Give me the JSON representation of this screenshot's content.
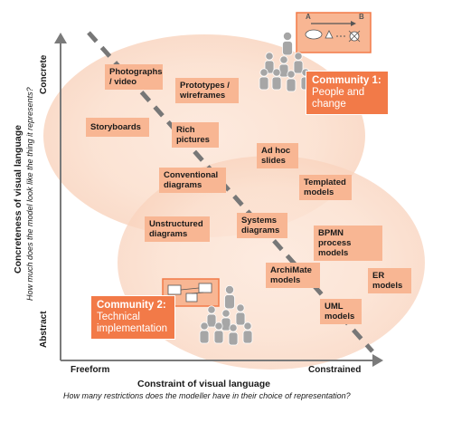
{
  "axes": {
    "y_top": "Concrete",
    "y_bottom": "Abstract",
    "y_title": "Concreteness of visual language",
    "y_subtitle": "How much does the model look like the thing it represents?",
    "x_left": "Freeform",
    "x_right": "Constrained",
    "x_title": "Constraint of visual language",
    "x_subtitle": "How many restrictions does the modeller have in their choice of representation?"
  },
  "communities": [
    {
      "title": "Community 1:",
      "subtitle": "People and change"
    },
    {
      "title": "Community 2:",
      "subtitle": "Technical implementation"
    }
  ],
  "items": [
    {
      "line1": "Photographs",
      "line2": "/ video"
    },
    {
      "line1": "Prototypes /",
      "line2": "wireframes"
    },
    {
      "line1": "Storyboards",
      "line2": ""
    },
    {
      "line1": "Rich",
      "line2": "pictures"
    },
    {
      "line1": "Ad hoc",
      "line2": "slides"
    },
    {
      "line1": "Conventional",
      "line2": "diagrams"
    },
    {
      "line1": "Templated",
      "line2": "models"
    },
    {
      "line1": "Unstructured",
      "line2": "diagrams"
    },
    {
      "line1": "Systems",
      "line2": "diagrams"
    },
    {
      "line1": "BPMN process",
      "line2": "models"
    },
    {
      "line1": "ArchiMate",
      "line2": "models"
    },
    {
      "line1": "ER",
      "line2": "models"
    },
    {
      "line1": "UML",
      "line2": "models"
    }
  ],
  "illustration": {
    "label_a": "A",
    "label_b": "B"
  },
  "colors": {
    "box": "#f8b693",
    "community": "#f27a48",
    "ellipse": "#fbe4d6",
    "dashed_line": "#777777",
    "axis": "#7a7a7a",
    "person": "#a6a6a6"
  }
}
